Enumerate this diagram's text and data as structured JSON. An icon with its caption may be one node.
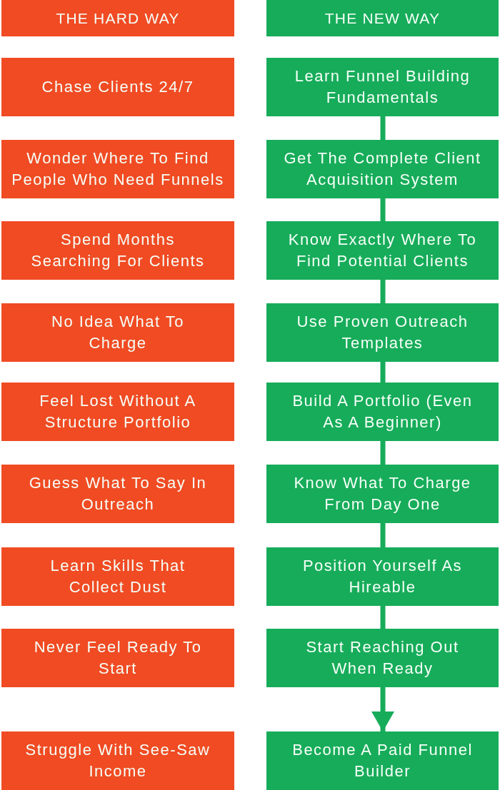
{
  "diagram": {
    "nodes": [
      {
        "text": [
          "THE HARD WAY"
        ]
      },
      {
        "text": [
          "THE NEW WAY"
        ]
      },
      {
        "text": [
          "Chase Clients 24/7"
        ]
      },
      {
        "text": [
          "Learn Funnel Building Fundamentals"
        ]
      },
      {
        "text": [
          "Wonder Where To Find People Who Need Funnels"
        ]
      },
      {
        "text": [
          "Get The Complete Client Acquisition System"
        ]
      },
      {
        "text": [
          "Spend Months Searching For Clients"
        ]
      },
      {
        "text": [
          "Know Exactly Where To Find Potential Clients"
        ]
      },
      {
        "text": [
          "No Idea What To Charge"
        ]
      },
      {
        "text": [
          "Use Proven Outreach Templates"
        ]
      },
      {
        "text": [
          "Feel Lost Without A Structure Portfolio"
        ]
      },
      {
        "text": [
          "Build A Portfolio (Even As A Beginner)"
        ]
      },
      {
        "text": [
          "Guess What To Say In Outreach"
        ]
      },
      {
        "text": [
          "Know What To Charge From Day One"
        ]
      },
      {
        "text": [
          "Learn Skills That Collect Dust"
        ]
      },
      {
        "text": [
          "Position Yourself As Hireable"
        ]
      },
      {
        "text": [
          "Never Feel Ready To Start"
        ]
      },
      {
        "text": [
          "Start Reaching Out When Ready"
        ]
      },
      {
        "text": [
          "Struggle With See-Saw Income"
        ]
      },
      {
        "text": [
          "Become A Paid Funnel Builder"
        ]
      }
    ],
    "edges": [
      {
        "from": 3,
        "to": 5,
        "arrow": "none"
      },
      {
        "from": 5,
        "to": 7,
        "arrow": "none"
      },
      {
        "from": 7,
        "to": 9,
        "arrow": "none"
      },
      {
        "from": 9,
        "to": 11,
        "arrow": "none"
      },
      {
        "from": 11,
        "to": 13,
        "arrow": "none"
      },
      {
        "from": 13,
        "to": 15,
        "arrow": "none"
      },
      {
        "from": 15,
        "to": 17,
        "arrow": "none"
      },
      {
        "from": 17,
        "to": 19,
        "arrow": "to"
      }
    ]
  }
}
